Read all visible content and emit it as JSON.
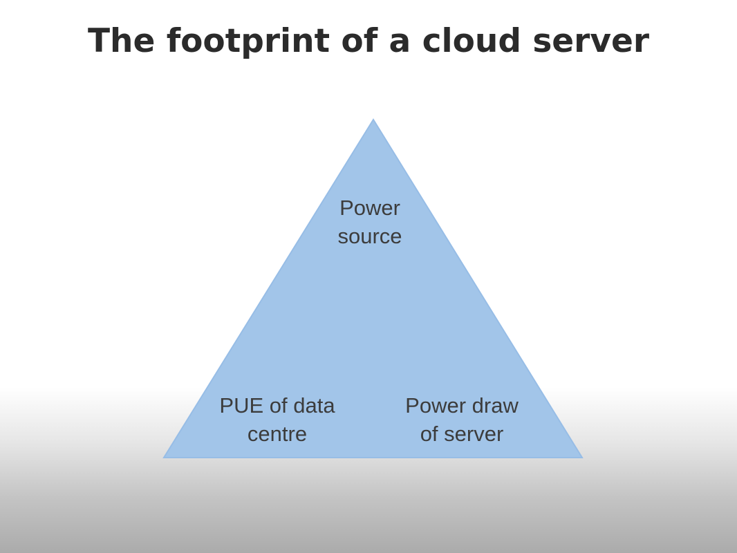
{
  "title": "The footprint of a cloud server",
  "colors": {
    "triangle_fill": "#a2c5e9",
    "triangle_stroke": "#97bde6",
    "text": "#3c3c3c",
    "title": "#2b2b2b"
  },
  "diagram": {
    "nodes": [
      {
        "id": "power-source",
        "lines": [
          "Power",
          "source"
        ]
      },
      {
        "id": "pue",
        "lines": [
          "PUE of data",
          "centre"
        ]
      },
      {
        "id": "power-draw",
        "lines": [
          "Power draw",
          "of server"
        ]
      }
    ]
  }
}
